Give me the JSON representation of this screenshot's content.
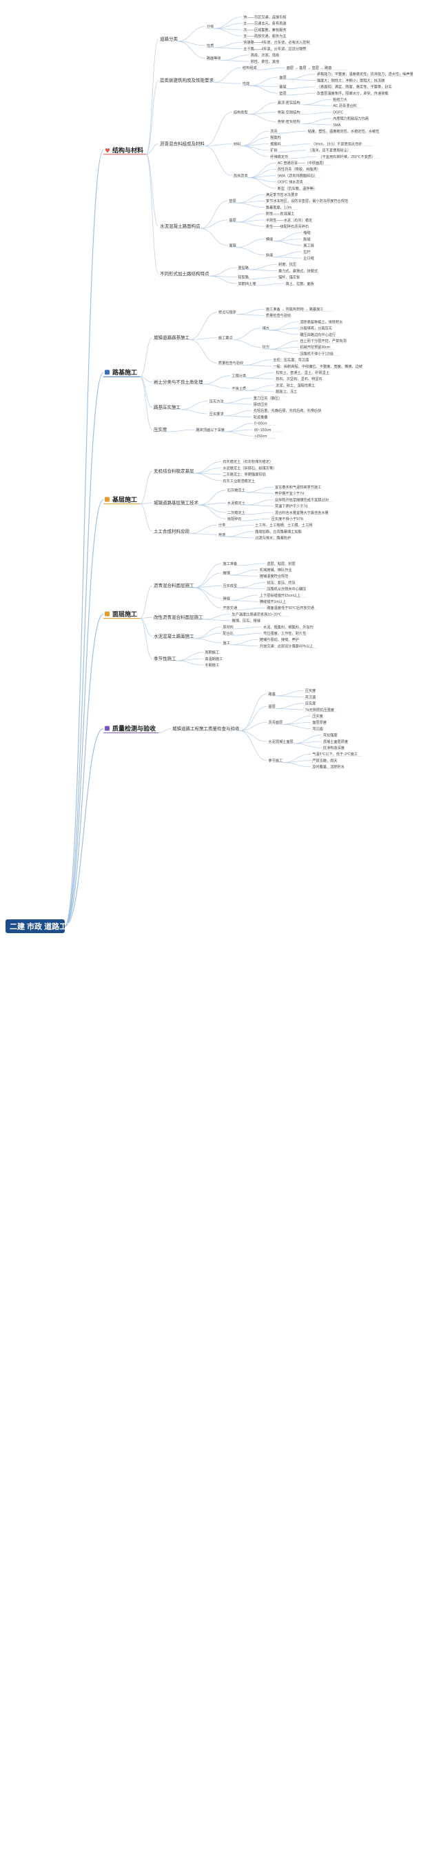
{
  "root": {
    "label": "二建 市政 道路工程"
  },
  "sections": [
    {
      "id": "s1",
      "label": "结构与材料",
      "icon": "heart-icon",
      "color": "#e0574a",
      "children": [
        {
          "label": "道路分类",
          "children": [
            {
              "label": "分级",
              "children": [
                {
                  "label": "快——市区交通，连接市核"
                },
                {
                  "label": "主——交通主元，各有用途"
                },
                {
                  "label": "次——区域集散，兼有服务"
                },
                {
                  "label": "支——局部交通，服务为主"
                }
              ]
            },
            {
              "label": "性质",
              "children": [
                {
                  "label": "快速路——4车道，分车道，必有出入控制"
                },
                {
                  "label": "主干路——4车道，分车道，应设分隔带"
                }
              ]
            },
            {
              "label": "路面等级",
              "children": [
                {
                  "label": "高级、次高、低级"
                },
                {
                  "label": "刚性、柔性、其他"
                }
              ]
            }
          ]
        },
        {
          "label": "层类装建筑构成及性能要求",
          "children": [
            {
              "label": "结构组成",
              "children": [
                {
                  "label": "面层 → 基层 → 垫层 → 路基"
                }
              ]
            },
            {
              "label": "性能",
              "children": [
                {
                  "label": "面层",
                  "children": [
                    {
                      "label": "承载能力；平整度；温度稳定性；抗滑能力；透水性；噪声量"
                    },
                    {
                      "label": "强度大；刚性大；冲刷小；摩阻大；抗冻融"
                    }
                  ]
                },
                {
                  "label": "基层",
                  "children": [
                    {
                      "label": "（表面较）满足、刚度、稳定性、平整等，封实"
                    }
                  ]
                },
                {
                  "label": "垫层",
                  "children": [
                    {
                      "label": "改善层温度条件，隔离水分，承受、传递荷载"
                    }
                  ]
                }
              ]
            }
          ]
        },
        {
          "label": "沥青混合料组成及材料",
          "children": [
            {
              "label": "结构类型",
              "children": [
                {
                  "label": "悬浮-密实结构",
                  "children": [
                    {
                      "label": "粘结力大"
                    },
                    {
                      "label": "AC 沥青混合料"
                    }
                  ]
                },
                {
                  "label": "骨架-空隙结构",
                  "children": [
                    {
                      "label": "OGFC"
                    }
                  ]
                },
                {
                  "label": "骨架-密实结构",
                  "children": [
                    {
                      "label": "内摩阻力和粘结力均高"
                    },
                    {
                      "label": "SMA"
                    }
                  ]
                }
              ]
            },
            {
              "label": "材料",
              "children": [
                {
                  "label": "沥青",
                  "children": [
                    {
                      "label": "粘度、塑性、温度稳定性、水稳定性、水敏性"
                    }
                  ]
                },
                {
                  "label": "粗集料",
                  "children": []
                },
                {
                  "label": "细集料",
                  "children": [
                    {
                      "label": "（9mm、19.5）不宜使用天然砂"
                    }
                  ]
                },
                {
                  "label": "矿粉",
                  "children": [
                    {
                      "label": "（海洋，还不宜使用粉尘）"
                    }
                  ]
                },
                {
                  "label": "纤维稳定剂",
                  "children": [
                    {
                      "label": "（不宜用石棉纤维，250℃不变质）"
                    }
                  ]
                }
              ]
            },
            {
              "label": "热拌沥青",
              "children": [
                {
                  "label": "AC 普通沥青——（中厚面层）",
                  "children": []
                },
                {
                  "label": "改性沥青（橡胶、树脂类）"
                },
                {
                  "label": "SMA（沥青玛蹄脂碎石）"
                },
                {
                  "label": "OGFC 排水沥青"
                },
                {
                  "label": "新型（抗车辙、温拌等）"
                }
              ]
            }
          ]
        },
        {
          "label": "水泥混凝土路面构造",
          "children": [
            {
              "label": "垫层",
              "children": [
                {
                  "label": "满足季节性冰冻要求"
                },
                {
                  "label": "季节冰冻地区，设防冻垫层，最小防冻厚度符合规范"
                },
                {
                  "label": "路基宽度，1.0m"
                }
              ]
            },
            {
              "label": "基层",
              "children": [
                {
                  "label": "刚性——贫混凝土"
                },
                {
                  "label": "半刚性——水泥（石灰）稳定"
                },
                {
                  "label": "柔性——级配碎石沥青碎石"
                }
              ]
            },
            {
              "label": "面层",
              "children": [
                {
                  "label": "横缝",
                  "children": [
                    {
                      "label": "缩缝"
                    },
                    {
                      "label": "胀缝"
                    },
                    {
                      "label": "施工缝"
                    }
                  ]
                },
                {
                  "label": "纵缝",
                  "children": [
                    {
                      "label": "拉杆"
                    },
                    {
                      "label": "企口缝"
                    }
                  ]
                }
              ]
            }
          ]
        },
        {
          "label": "不同形式加土路结构特点",
          "children": [
            {
              "label": "重型路",
              "children": [
                {
                  "label": "耐磨、抗压"
                },
                {
                  "label": "重力式、悬臂式、扶壁式"
                }
              ]
            },
            {
              "label": "轻型路",
              "children": [
                {
                  "label": "锚杆、锚定板"
                }
              ]
            },
            {
              "label": "加筋挡土墙",
              "children": [
                {
                  "label": "填土、拉筋、面板"
                }
              ]
            }
          ]
        }
      ]
    },
    {
      "id": "s2",
      "label": "路基施工",
      "icon": "square-icon",
      "color": "#3b6fc2",
      "children": [
        {
          "label": "城镇道路路基施工",
          "children": [
            {
              "label": "特点与程序",
              "children": [
                {
                  "label": "施工准备 → 附属构筑物 → 路基施工"
                },
                {
                  "label": "质量检查与验收"
                }
              ]
            },
            {
              "label": "施工要点",
              "children": [
                {
                  "label": "填方",
                  "children": [
                    {
                      "label": "清除表层种植土，排除积水"
                    },
                    {
                      "label": "分层填筑，分层压实"
                    },
                    {
                      "label": "碾压由路边向中心进行"
                    }
                  ]
                },
                {
                  "label": "挖方",
                  "children": [
                    {
                      "label": "自上而下分层开挖，严禁掏洞"
                    },
                    {
                      "label": "机械开挖预留30cm"
                    },
                    {
                      "label": "压路机不得小于12t级"
                    }
                  ]
                }
              ]
            },
            {
              "label": "质量检查与验收",
              "children": [
                {
                  "label": "主控：压实度、弯沉值"
                },
                {
                  "label": "一般：纵断高程、中线偏位、平整度、宽度、横坡、边坡"
                }
              ]
            }
          ]
        },
        {
          "label": "岩土分类与不良土质处理",
          "children": [
            {
              "label": "工程分类",
              "children": [
                {
                  "label": "松软土、普通土、坚土、砂砾坚土"
                },
                {
                  "label": "软石、次坚石、坚石、特坚石"
                }
              ]
            },
            {
              "label": "不良土质",
              "children": [
                {
                  "label": "淤泥、软土、湿陷性黄土"
                },
                {
                  "label": "膨胀土、冻土"
                }
              ]
            }
          ]
        },
        {
          "label": "路基压实施工",
          "children": [
            {
              "label": "压实方法",
              "children": [
                {
                  "label": "重力压实（静压）"
                },
                {
                  "label": "振动压实"
                }
              ]
            },
            {
              "label": "压实要求",
              "children": [
                {
                  "label": "先轻后重、先静后振、先低后高、先慢后快"
                },
                {
                  "label": "轮迹重叠"
                }
              ]
            }
          ]
        },
        {
          "label": "压实度",
          "children": [
            {
              "label": "路床顶面以下深度",
              "children": [
                {
                  "label": "0~80cm"
                },
                {
                  "label": "80~150cm"
                },
                {
                  "label": ">150cm"
                }
              ]
            }
          ]
        }
      ]
    },
    {
      "id": "s3",
      "label": "基层施工",
      "icon": "square-icon",
      "color": "#e49b2b",
      "children": [
        {
          "label": "无机结合料稳定基层",
          "children": [
            {
              "label": "石灰稳定土（石灰粉煤灰稳定）"
            },
            {
              "label": "水泥稳定土（碎砾石、粉煤灰等）"
            },
            {
              "label": "二灰稳定土：早期强度较低"
            },
            {
              "label": "石灰工业废渣稳定土"
            }
          ]
        },
        {
          "label": "城镇道路基层施工技术",
          "children": [
            {
              "label": "石灰稳定土",
              "children": [
                {
                  "label": "宜在春末和气温较高季节施工"
                },
                {
                  "label": "养护期不宜少于7d"
                }
              ]
            },
            {
              "label": "水泥稳定土",
              "children": [
                {
                  "label": "自拌和开始至摊铺完成不宜超过3h"
                },
                {
                  "label": "常温下养护不少于7d"
                }
              ]
            },
            {
              "label": "二灰稳定土",
              "children": [
                {
                  "label": "混合料含水量宜略大于最佳含水量"
                }
              ]
            },
            {
              "label": "级配碎石",
              "children": [
                {
                  "label": "压实度不得小于97%"
                }
              ]
            }
          ]
        },
        {
          "label": "土工合成材料应用",
          "children": [
            {
              "label": "分类",
              "children": [
                {
                  "label": "土工布、土工格栅、土工膜、土工网"
                }
              ]
            },
            {
              "label": "用途",
              "children": [
                {
                  "label": "路堤加筋、台背路基填土加筋"
                },
                {
                  "label": "过滤与排水、路基防护"
                }
              ]
            }
          ]
        }
      ]
    },
    {
      "id": "s4",
      "label": "面层施工",
      "icon": "square-icon",
      "color": "#e49b2b",
      "children": [
        {
          "label": "沥青混合料面层施工",
          "children": [
            {
              "label": "施工准备",
              "children": [
                {
                  "label": "透层、粘层、封层"
                }
              ]
            },
            {
              "label": "摊铺",
              "children": [
                {
                  "label": "机械摊铺、梯队作业"
                },
                {
                  "label": "摊铺温度符合规范"
                }
              ]
            },
            {
              "label": "压实成型",
              "children": [
                {
                  "label": "初压、复压、终压"
                },
                {
                  "label": "压路机从外侧向中心碾压"
                }
              ]
            },
            {
              "label": "接缝",
              "children": [
                {
                  "label": "上下层纵缝错开15cm以上"
                },
                {
                  "label": "横缝错开1m以上"
                }
              ]
            },
            {
              "label": "开放交通",
              "children": [
                {
                  "label": "路面温度低于50℃后开放交通"
                }
              ]
            }
          ]
        },
        {
          "label": "改性沥青混合料面层施工",
          "children": [
            {
              "label": "生产温度比普通沥青高10~20℃"
            },
            {
              "label": "摊铺、压实、接缝"
            }
          ]
        },
        {
          "label": "水泥混凝土路面施工",
          "children": [
            {
              "label": "原材料",
              "children": [
                {
                  "label": "水泥、粗集料、细集料、外加剂"
                }
              ]
            },
            {
              "label": "配合比",
              "children": [
                {
                  "label": "弯拉强度、工作性、耐久性"
                }
              ]
            },
            {
              "label": "施工",
              "children": [
                {
                  "label": "摊铺与振动、接缝、养护"
                },
                {
                  "label": "开放交通：达到设计强度40%以上"
                }
              ]
            }
          ]
        },
        {
          "label": "季节性施工",
          "children": [
            {
              "label": "雨期施工"
            },
            {
              "label": "高温期施工"
            },
            {
              "label": "冬期施工"
            }
          ]
        }
      ]
    },
    {
      "id": "s5",
      "label": "质量检测与验收",
      "icon": "square-icon",
      "color": "#7b57c2",
      "children": [
        {
          "label": "城镇道路工程施工质量检查与验收",
          "children": [
            {
              "label": "路基",
              "children": [
                {
                  "label": "压实度"
                },
                {
                  "label": "弯沉值"
                }
              ]
            },
            {
              "label": "基层",
              "children": [
                {
                  "label": "压实度"
                },
                {
                  "label": "7d无侧限抗压强度"
                }
              ]
            },
            {
              "label": "沥青面层",
              "children": [
                {
                  "label": "压实度"
                },
                {
                  "label": "面层厚度"
                },
                {
                  "label": "弯沉值"
                }
              ]
            },
            {
              "label": "水泥混凝土面层",
              "children": [
                {
                  "label": "弯拉强度"
                },
                {
                  "label": "混凝土面层厚度"
                },
                {
                  "label": "抗滑构造深度"
                }
              ]
            },
            {
              "label": "季节施工",
              "children": [
                {
                  "label": "气温5℃以下，低于-3℃施工"
                },
                {
                  "label": "严禁冻融、雨天"
                },
                {
                  "label": "及时覆盖、清除积水"
                }
              ]
            }
          ]
        }
      ]
    }
  ]
}
